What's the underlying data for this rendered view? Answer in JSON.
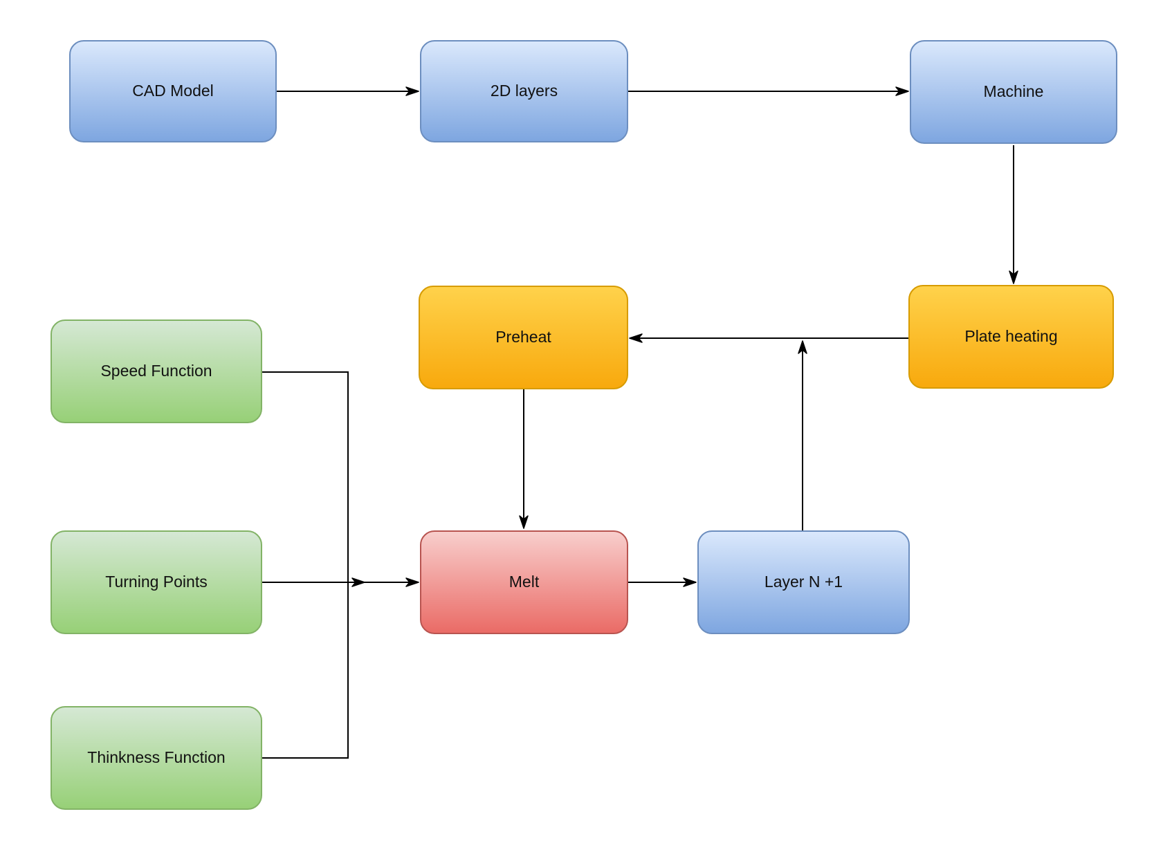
{
  "diagram": {
    "background": "#ffffff",
    "edge_color": "#000000",
    "nodes": {
      "cad_model": {
        "label": "CAD Model",
        "palette": "blue"
      },
      "layers_2d": {
        "label": "2D layers",
        "palette": "blue"
      },
      "machine": {
        "label": "Machine",
        "palette": "blue"
      },
      "plate_heating": {
        "label": "Plate heating",
        "palette": "orange"
      },
      "preheat": {
        "label": "Preheat",
        "palette": "orange"
      },
      "melt": {
        "label": "Melt",
        "palette": "red"
      },
      "layer_n_plus_1": {
        "label": "Layer N +1",
        "palette": "blue"
      },
      "speed_function": {
        "label": "Speed Function",
        "palette": "green"
      },
      "turning_points": {
        "label": "Turning Points",
        "palette": "green"
      },
      "thinkness_function": {
        "label": "Thinkness Function",
        "palette": "green"
      }
    },
    "palettes": {
      "blue": {
        "fill_top": "#dae8fc",
        "fill_bottom": "#7ea6e0",
        "border": "#6c8ebf"
      },
      "orange": {
        "fill_top": "#ffd24b",
        "fill_bottom": "#f8a90d",
        "border": "#d79b00"
      },
      "green": {
        "fill_top": "#d5e8d4",
        "fill_bottom": "#97d077",
        "border": "#82b366"
      },
      "red": {
        "fill_top": "#f8cecc",
        "fill_bottom": "#ea6b66",
        "border": "#b85450"
      }
    },
    "edges": [
      {
        "from": "cad_model",
        "to": "layers_2d",
        "arrow": "end"
      },
      {
        "from": "layers_2d",
        "to": "machine",
        "arrow": "end"
      },
      {
        "from": "machine",
        "to": "plate_heating",
        "arrow": "end"
      },
      {
        "from": "plate_heating",
        "to": "preheat",
        "arrow": "end"
      },
      {
        "from": "layer_n_plus_1",
        "to": "plate_heating_preheat_line",
        "arrow": "end"
      },
      {
        "from": "preheat",
        "to": "melt",
        "arrow": "end"
      },
      {
        "from": "melt",
        "to": "layer_n_plus_1",
        "arrow": "end"
      },
      {
        "from": "speed_function",
        "to": "melt",
        "arrow": "via junction"
      },
      {
        "from": "turning_points",
        "to": "melt",
        "arrow": "mid + end"
      },
      {
        "from": "thinkness_function",
        "to": "melt",
        "arrow": "via junction"
      }
    ]
  }
}
